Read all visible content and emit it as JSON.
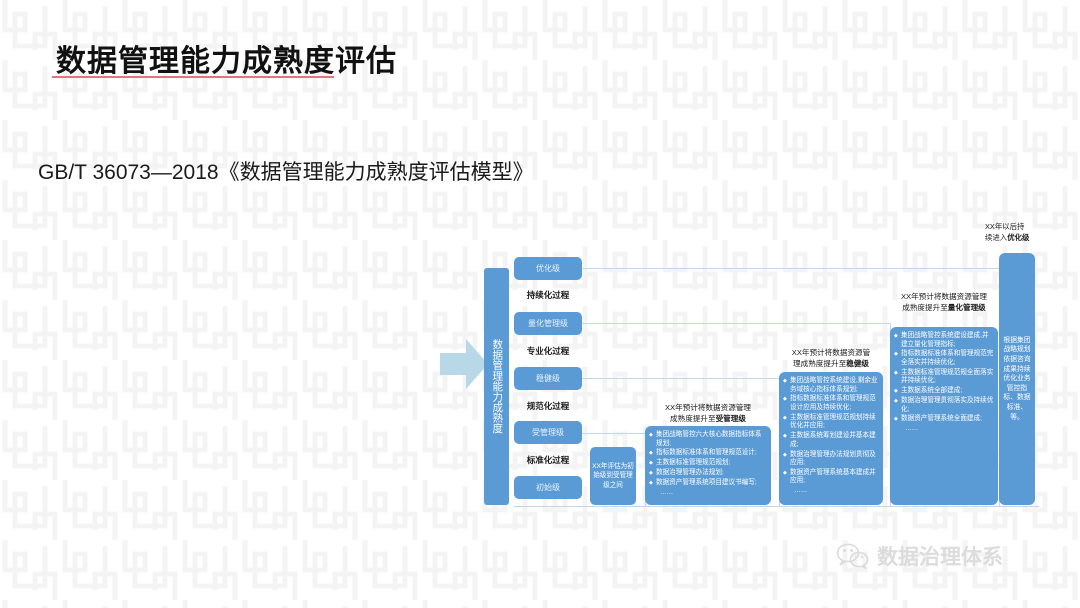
{
  "header": {
    "title": "数据管理能力成熟度评估",
    "rule_color": "#e8737f",
    "subtitle": "GB/T 36073—2018《数据管理能力成熟度评估模型》"
  },
  "theme": {
    "accent_blue": "#5b9bd5",
    "line_blue": "#c3d6ea",
    "arrow_blue": "#b8d8e8",
    "background": "#ffffff"
  },
  "diagram": {
    "axis_label": "数据管理能力成熟度",
    "arrow_icon": "right-arrow-icon",
    "levels": [
      {
        "name": "优化级"
      },
      {
        "name": "量化管理级"
      },
      {
        "name": "稳健级"
      },
      {
        "name": "受管理级"
      },
      {
        "name": "初始级"
      }
    ],
    "processes": [
      {
        "name": "持续化过程"
      },
      {
        "name": "专业化过程"
      },
      {
        "name": "规范化过程"
      },
      {
        "name": "标准化过程"
      }
    ],
    "eval_note": "XX年评估为初始级到受管理级之间",
    "stages": [
      {
        "caption_line1": "XX年预计将数据资源管理",
        "caption_line2_prefix": "成熟度提升至",
        "caption_line2_bold": "受管理级",
        "bullets": [
          "集团战略管控六大核心数据指标体系规划;",
          "指标数据标准体系和管理规范设计;",
          "主数据标准管理规范规划;",
          "数据治理管理办法规划;",
          "数据资产管理系统项目建议书编写;",
          "……"
        ]
      },
      {
        "caption_line1": "XX年预计将数据资源管",
        "caption_line2_prefix": "理成熟度提升至",
        "caption_line2_bold": "稳健级",
        "bullets": [
          "集团战略管控系统建设,剩余业务域核心指标体系规划;",
          "指标数据标准体系和管理规范设计应用及持续优化;",
          "主数据标准管理规范规划持续优化并应用;",
          "主数据系统筹划建设并基本建成;",
          "数据治理管理办法规划贯彻及应用;",
          "数据资产管理系统基本建成并应用;",
          "……"
        ]
      },
      {
        "caption_line1": "XX年预计将数据资源管理",
        "caption_line2_prefix": "成熟度提升至",
        "caption_line2_bold": "量化管理级",
        "bullets": [
          "集团战略管控系统建设建成,并建立量化管理指标;",
          "指标数据标准体系和管理规范完全落实并持续优化;",
          "主数据标准管理规范规全面落实并持续优化;",
          "主数据系统全部建成;",
          "数据治理管理贯彻落实及持续优化;",
          "数据资产管理系统全面建成;",
          "……"
        ]
      }
    ],
    "final": {
      "caption_line1": "XX年以后持",
      "caption_line2_prefix": "续进入",
      "caption_line2_bold": "优化级",
      "text": "根据集团战略规划依据咨询成果持续优化业务管控指标、数据标准、等。"
    }
  },
  "watermark": {
    "icon": "wechat-icon",
    "label": "数据治理体系"
  }
}
